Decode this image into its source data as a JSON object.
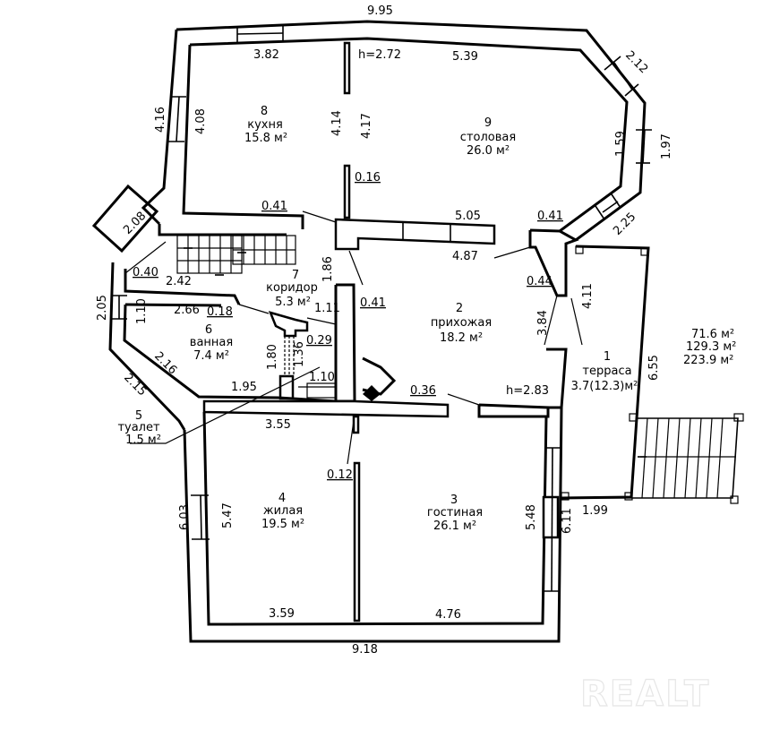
{
  "plan": {
    "ceiling_heights": [
      "h=2.72",
      "h=2.83"
    ],
    "totals": [
      "71.6 м²",
      "129.3 м²",
      "223.9 м²"
    ],
    "watermark": "REALT"
  },
  "rooms": [
    {
      "num": "1",
      "name": "терраса",
      "area": "3.7(12.3)м²"
    },
    {
      "num": "2",
      "name": "прихожая",
      "area": "18.2 м²"
    },
    {
      "num": "3",
      "name": "гостиная",
      "area": "26.1 м²"
    },
    {
      "num": "4",
      "name": "жилая",
      "area": "19.5 м²"
    },
    {
      "num": "5",
      "name": "туалет",
      "area": "1.5 м²"
    },
    {
      "num": "6",
      "name": "ванная",
      "area": "7.4 м²"
    },
    {
      "num": "7",
      "name": "коридор",
      "area": "5.3 м²"
    },
    {
      "num": "8",
      "name": "кухня",
      "area": "15.8 м²"
    },
    {
      "num": "9",
      "name": "столовая",
      "area": "26.0 м²"
    }
  ],
  "dimensions": {
    "top_overall": "9.95",
    "bottom_overall": "9.18",
    "kitchen_top": "3.82",
    "dining_top": "5.39",
    "kitchen_left_in": "4.08",
    "kitchen_left_out": "4.16",
    "partition_a": "4.14",
    "partition_b": "4.17",
    "partition_thick": "0.16",
    "bay_1": "2.12",
    "bay_2_in": "1.59",
    "bay_2_out": "1.97",
    "bay_3": "2.25",
    "wall_041_a": "0.41",
    "wall_041_b": "0.41",
    "wall_041_c": "0.41",
    "hall_top_out": "5.05",
    "hall_top_in": "4.87",
    "wall_044": "0.44",
    "hall_right": "3.84",
    "hall_right_out": "4.11",
    "stair_box": "2.08",
    "wall_040": "0.40",
    "stair_len": "2.42",
    "corridor_h": "1.86",
    "bath_top": "2.66",
    "wall_018": "0.18",
    "corridor_w": "1.11",
    "wall_029": "0.29",
    "left_out": "2.05",
    "bath_left": "1.10",
    "bath_diag": "2.16",
    "diag_out": "2.15",
    "toilet_h": "1.80",
    "toilet_in": "1.36",
    "toilet_w": "1.10",
    "bath_bottom": "1.95",
    "wall_036": "0.36",
    "living_top": "3.55",
    "partition_012": "0.12",
    "living_left_out": "6.03",
    "living_left_in": "5.47",
    "living_bottom": "3.59",
    "lounge_bottom": "4.76",
    "lounge_right_in": "5.48",
    "lounge_right_out": "6.11",
    "terrace_right": "6.55",
    "terrace_bottom": "1.99"
  }
}
